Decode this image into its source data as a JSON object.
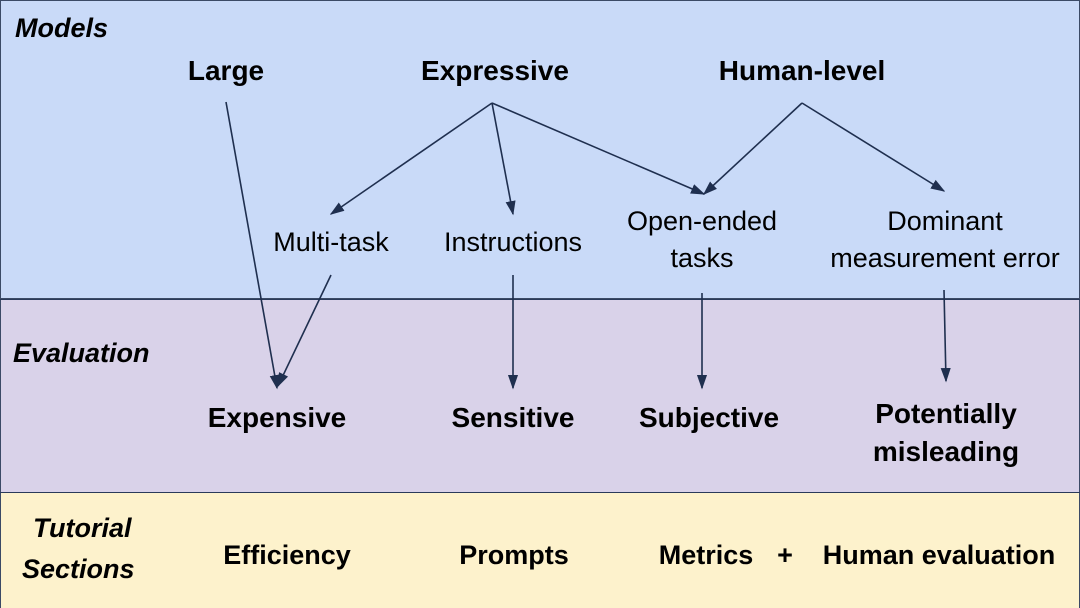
{
  "sections": {
    "models": "Models",
    "evaluation": "Evaluation",
    "tutorial_line1": "Tutorial",
    "tutorial_line2": "Sections"
  },
  "model_properties": {
    "large": "Large",
    "expressive": "Expressive",
    "human_level": "Human-level"
  },
  "features": {
    "multi_task": "Multi-task",
    "instructions": "Instructions",
    "open_ended_line1": "Open-ended",
    "open_ended_line2": "tasks",
    "dominant_line1": "Dominant",
    "dominant_line2": "measurement error"
  },
  "evaluation_properties": {
    "expensive": "Expensive",
    "sensitive": "Sensitive",
    "subjective": "Subjective",
    "misleading_line1": "Potentially",
    "misleading_line2": "misleading"
  },
  "tutorial_sections": {
    "efficiency": "Efficiency",
    "prompts": "Prompts",
    "metrics": "Metrics",
    "plus": "+",
    "human_evaluation": "Human evaluation"
  },
  "colors": {
    "models_band": "#c9daf8",
    "evaluation_band": "#d9d2e9",
    "sections_band": "#fdf2cc",
    "arrow": "#1f2f4f"
  }
}
